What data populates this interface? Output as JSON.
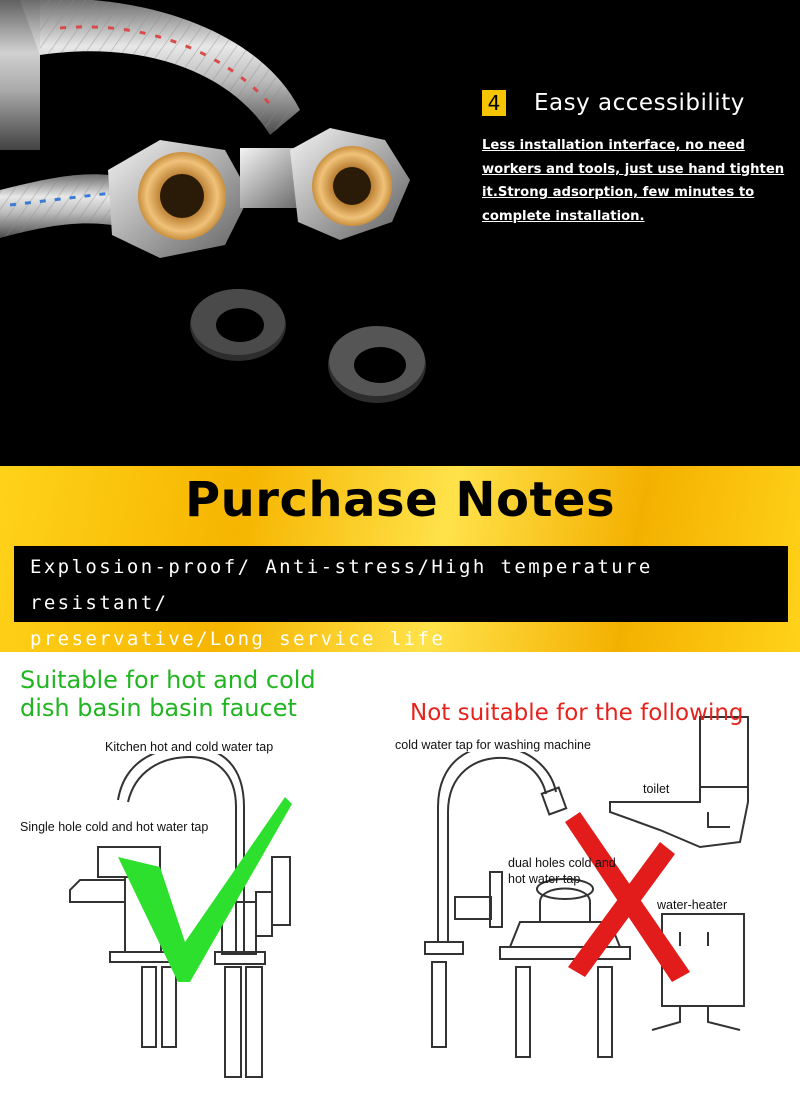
{
  "feature": {
    "number": "4",
    "title": "Easy accessibility",
    "description": "Less installation interface, no need workers and tools, just use hand tighten it.Strong adsorption, few minutes to complete installation."
  },
  "notes": {
    "title": "Purchase Notes",
    "line1": "Explosion-proof/ Anti-stress/High temperature resistant/",
    "line2": "preservative/Long service life"
  },
  "suitable": {
    "line1": "Suitable for hot and cold",
    "line2": "dish basin basin faucet",
    "labels": {
      "kitchen": "Kitchen hot and cold water tap",
      "single_hole": "Single hole cold and hot water tap"
    }
  },
  "not_suitable": {
    "title": "Not suitable for the following",
    "labels": {
      "washing_machine": "cold water tap for washing machine",
      "toilet": "toilet",
      "dual_holes_1": "dual holes cold and",
      "dual_holes_2": "hot water tap",
      "water_heater": "water-heater"
    }
  },
  "colors": {
    "badge": "#f5c500",
    "suitable": "#22b522",
    "not_suitable": "#e5231c",
    "check": "#2ee02e",
    "cross": "#e21b1b"
  }
}
